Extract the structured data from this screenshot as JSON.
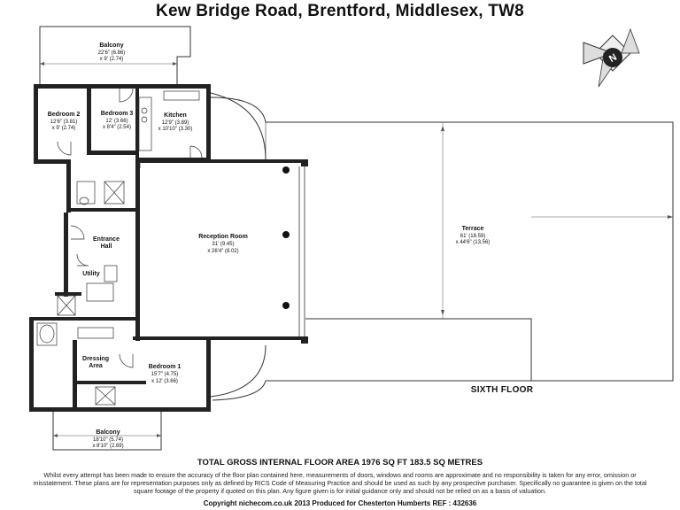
{
  "title": "Kew Bridge Road, Brentford, Middlesex, TW8",
  "compass_letter": "N",
  "floor_label": "SIXTH FLOOR",
  "rooms": {
    "balcony_top": {
      "name": "Balcony",
      "dim1": "22'6\" (6.86)",
      "dim2": "x 9' (2.74)"
    },
    "bedroom2": {
      "name": "Bedroom 2",
      "dim1": "12'6\" (3.81)",
      "dim2": "x 9' (2.74)"
    },
    "bedroom3": {
      "name": "Bedroom 3",
      "dim1": "12' (3.66)",
      "dim2": "x 8'4\" (2.54)"
    },
    "kitchen": {
      "name": "Kitchen",
      "dim1": "12'9\" (3.89)",
      "dim2": "x 10'10\" (3.30)"
    },
    "entrance": {
      "line1": "Entrance",
      "line2": "Hall"
    },
    "utility": {
      "name": "Utility"
    },
    "reception": {
      "name": "Reception Room",
      "dim1": "31' (9.45)",
      "dim2": "x 26'4\" (8.02)"
    },
    "terrace": {
      "name": "Terrace",
      "dim1": "61' (18.59)",
      "dim2": "x 44'6\" (13.56)"
    },
    "dressing": {
      "line1": "Dressing",
      "line2": "Area"
    },
    "bedroom1": {
      "name": "Bedroom 1",
      "dim1": "15'7\" (4.75)",
      "dim2": "x 12' (3.66)"
    },
    "balcony_bottom": {
      "name": "Balcony",
      "dim1": "18'10\" (5.74)",
      "dim2": "x 8'10\" (2.69)"
    }
  },
  "area_text": "TOTAL GROSS INTERNAL FLOOR AREA 1976 SQ FT 183.5 SQ METRES",
  "disclaimer": "Whilst every attempt has been made to ensure the accuracy of the floor plan contained here, measurements of doors, windows and rooms are approximate and no responsibility is taken for any error, omission or misstatement. These plans are for representation purposes only as defined by RICS Code of Measuring Practice and should be used as such by any prospective purchaser. Specifically no guarantee is given on the total square footage of the property if quoted on this plan. Any figure given is for initial guidance only and should not be relied on as a basis of valuation.",
  "footer": "Copyright nichecom.co.uk 2013    Produced for Chesterton Humberts    REF : 432636"
}
